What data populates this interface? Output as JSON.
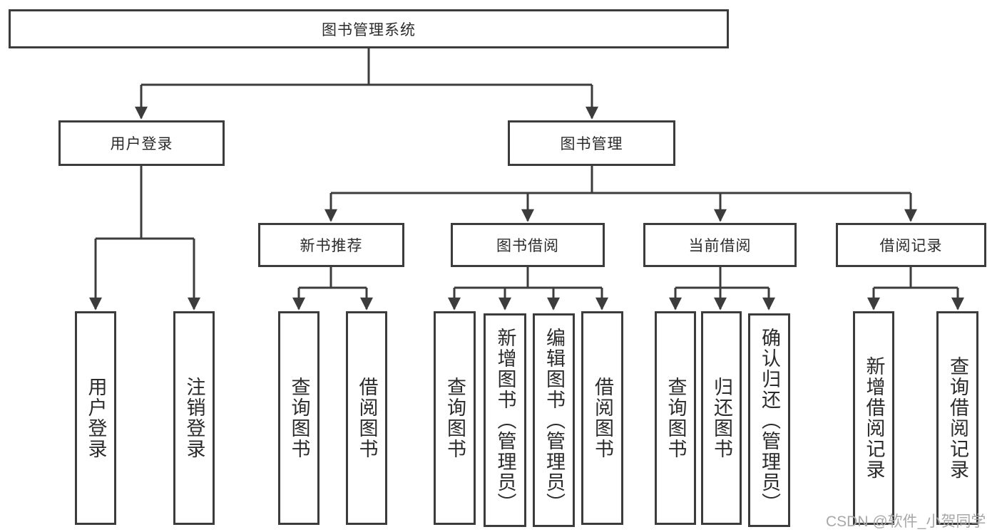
{
  "diagram_type": "hierarchy-tree",
  "nodes": {
    "root": "图书管理系统",
    "user_login": "用户登录",
    "book_management": "图书管理",
    "new_book_recommend": "新书推荐",
    "book_borrowing": "图书借阅",
    "current_borrowing": "当前借阅",
    "borrowing_records": "借阅记录",
    "leaf_user_login": "用户登录",
    "leaf_logout": "注销登录",
    "leaf_query_books_recommend": "查询图书",
    "leaf_borrow_books_recommend": "借阅图书",
    "leaf_query_books_borrowing": "查询图书",
    "leaf_add_books_admin": "新增图书（管理员）",
    "leaf_edit_books_admin": "编辑图书（管理员）",
    "leaf_borrow_books_borrowing": "借阅图书",
    "leaf_query_books_current": "查询图书",
    "leaf_return_books": "归还图书",
    "leaf_confirm_return_admin": "确认归还（管理员）",
    "leaf_add_borrow_record": "新增借阅记录",
    "leaf_query_borrow_record": "查询借阅记录"
  },
  "watermark": "CSDN @软件_小贺同学",
  "colors": {
    "line": "#3c3c3c",
    "text": "#2b2b2b",
    "watermark": "#a8a8a8",
    "background": "#ffffff"
  }
}
